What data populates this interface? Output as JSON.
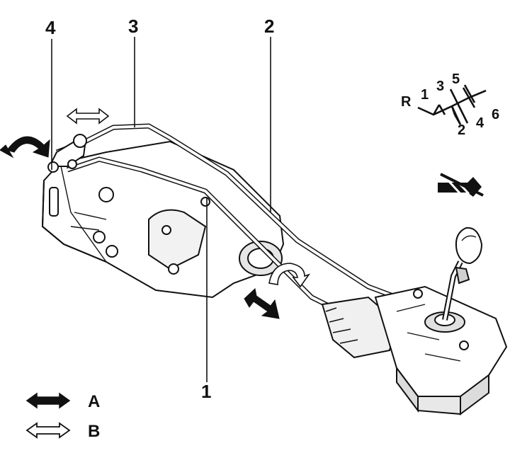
{
  "callouts": [
    "1",
    "2",
    "3",
    "4"
  ],
  "gear_pattern": {
    "reverse": "R",
    "gears": [
      "1",
      "2",
      "3",
      "4",
      "5",
      "6"
    ]
  },
  "legend": [
    {
      "symbol": "solid-double-arrow",
      "label": "A"
    },
    {
      "symbol": "outline-double-arrow",
      "label": "B"
    }
  ],
  "colors": {
    "ink": "#111111",
    "fill": "#ffffff",
    "shade": "#d8d8d8"
  }
}
